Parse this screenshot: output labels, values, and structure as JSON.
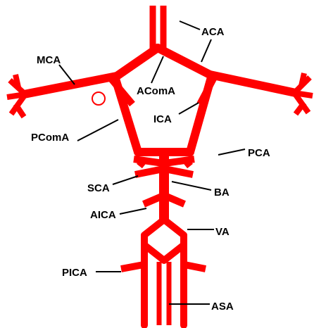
{
  "colors": {
    "vessel": "#ff0000",
    "line": "#000000",
    "background": "#ffffff"
  },
  "labels": {
    "aca": "ACA",
    "mca": "MCA",
    "acoma": "AComA",
    "ica": "ICA",
    "pcoma": "PComA",
    "pca": "PCA",
    "sca": "SCA",
    "ba": "BA",
    "aica": "AICA",
    "va": "VA",
    "pica": "PICA",
    "asa": "ASA"
  }
}
